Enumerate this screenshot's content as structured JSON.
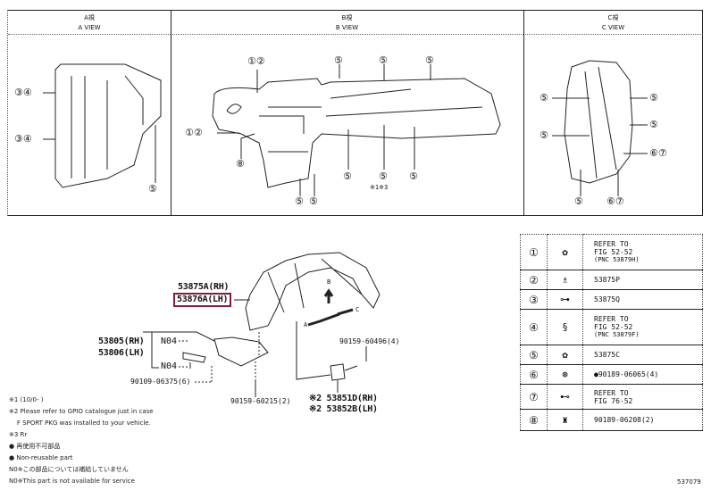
{
  "views": [
    {
      "title_jp": "A視",
      "title_en": "A VIEW"
    },
    {
      "title_jp": "B視",
      "title_en": "B VIEW"
    },
    {
      "title_jp": "C視",
      "title_en": "C VIEW"
    }
  ],
  "a_view_callouts": [
    "③④",
    "③④",
    "⑤"
  ],
  "b_view_callouts": [
    "①②",
    "①②",
    "⑧",
    "⑤",
    "⑤",
    "⑤",
    "⑤",
    "⑤",
    "⑤",
    "⑤",
    "⑤"
  ],
  "b_view_note": "※1※3",
  "c_view_callouts": [
    "⑤",
    "⑤",
    "⑤",
    "⑤",
    "⑥⑦",
    "⑤",
    "⑥⑦"
  ],
  "main": {
    "part_rh": "53875A(RH)",
    "part_lh": "53876A(LH)",
    "cover_rh": "53805(RH)",
    "cover_lh": "53806(LH)",
    "n04_a": "N04",
    "n04_b": "N04",
    "bolt": "90109-06375(6)",
    "clip": "90159-60215(2)",
    "screw": "90159-60496(4)",
    "flap_rh": "※2 53851D(RH)",
    "flap_lh": "※2 53852B(LH)",
    "arrow_a": "A",
    "arrow_b": "B",
    "arrow_c": "C"
  },
  "legend": [
    {
      "num": "①",
      "icon": "clip-icon",
      "glyph": "✿",
      "text": [
        "REFER TO",
        "FIG 52-52",
        "(PNC 53879H)"
      ]
    },
    {
      "num": "②",
      "icon": "screw-icon",
      "glyph": "♗",
      "text": [
        "53875P"
      ]
    },
    {
      "num": "③",
      "icon": "clip-icon",
      "glyph": "⊶",
      "text": [
        "53875Q"
      ]
    },
    {
      "num": "④",
      "icon": "clip-icon",
      "glyph": "§",
      "text": [
        "REFER TO",
        "FIG 52-52",
        "(PNC 53879F)"
      ]
    },
    {
      "num": "⑤",
      "icon": "clip-icon",
      "glyph": "✿",
      "text": [
        "53875C"
      ]
    },
    {
      "num": "⑥",
      "icon": "nut-icon",
      "glyph": "⊛",
      "text": [
        "●90189-06065(4)"
      ]
    },
    {
      "num": "⑦",
      "icon": "clip-icon",
      "glyph": "⊷",
      "text": [
        "REFER TO",
        "FIG 76-52"
      ]
    },
    {
      "num": "⑧",
      "icon": "retainer-icon",
      "glyph": "♜",
      "text": [
        "90189-06208(2)"
      ]
    }
  ],
  "notes": [
    "※1 (10/0-        )",
    "※2 Please refer to GPIO catalogue just in case",
    "    F SPORT PKG was installed to your vehicle.",
    "※3 Rr",
    "● 再使用不可部品",
    "● Non-reusable part",
    "N0※この部品については補給していません",
    "N0※This part is not available for service"
  ],
  "page_code": "537079"
}
